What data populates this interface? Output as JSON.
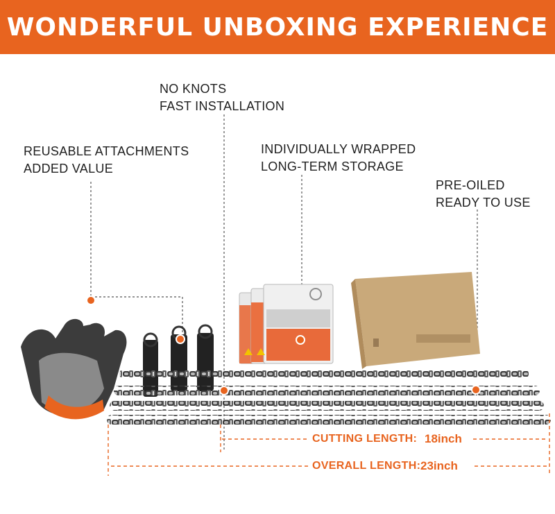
{
  "banner": {
    "title": "WONDERFUL UNBOXING EXPERIENCE",
    "color": "#e8641f"
  },
  "callouts": [
    {
      "line1": "NO KNOTS",
      "line2": "FAST INSTALLATION"
    },
    {
      "line1": "REUSABLE ATTACHMENTS",
      "line2": "ADDED VALUE"
    },
    {
      "line1": "INDIVIDUALLY WRAPPED",
      "line2": "LONG-TERM STORAGE"
    },
    {
      "line1": "PRE-OILED",
      "line2": "READY TO USE"
    }
  ],
  "dimensions": {
    "cutting_label": "CUTTING LENGTH:",
    "cutting_value": "18inch",
    "overall_label": "OVERALL LENGTH:",
    "overall_value": "23inch"
  },
  "colors": {
    "accent": "#e8641f",
    "text": "#1e1e1e",
    "dashed": "#555555",
    "box": "#c9a97a"
  }
}
